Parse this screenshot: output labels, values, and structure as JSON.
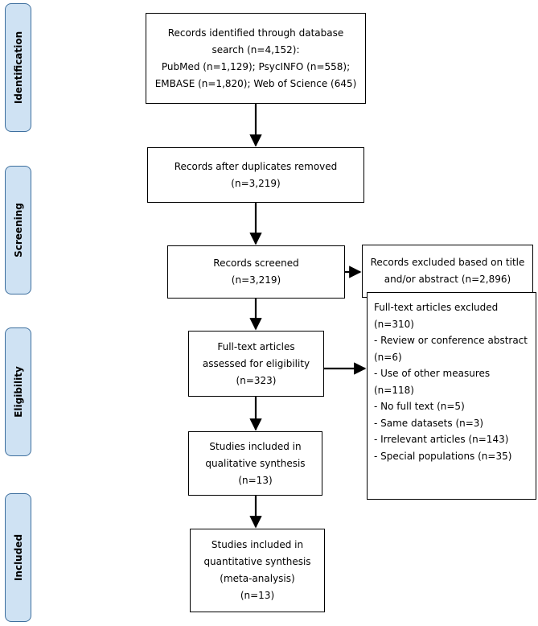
{
  "phases": {
    "identification": "Identification",
    "screening": "Screening",
    "eligibility": "Eligibility",
    "included": "Included"
  },
  "boxes": {
    "identified": [
      "Records identified through database",
      "search (n=4,152):",
      "PubMed (n=1,129); PsycINFO (n=558);",
      "EMBASE (n=1,820); Web of Science (645)"
    ],
    "dedup": [
      "Records after duplicates removed",
      "(n=3,219)"
    ],
    "screened": [
      "Records screened",
      "(n=3,219)"
    ],
    "excluded_title": [
      "Records excluded based on title",
      "and/or abstract (n=2,896)"
    ],
    "fulltext": [
      "Full-text articles",
      "assessed for eligibility",
      "(n=323)"
    ],
    "fulltext_excluded": [
      "Full-text articles excluded",
      "(n=310)",
      "- Review or conference abstract",
      "(n=6)",
      "- Use of other measures",
      "(n=118)",
      "- No full text (n=5)",
      "- Same datasets (n=3)",
      "- Irrelevant articles (n=143)",
      "- Special populations (n=35)"
    ],
    "qualitative": [
      "Studies included in",
      "qualitative synthesis",
      "(n=13)"
    ],
    "quantitative": [
      "Studies included in",
      "quantitative synthesis",
      "(meta-analysis)",
      "(n=13)"
    ]
  }
}
